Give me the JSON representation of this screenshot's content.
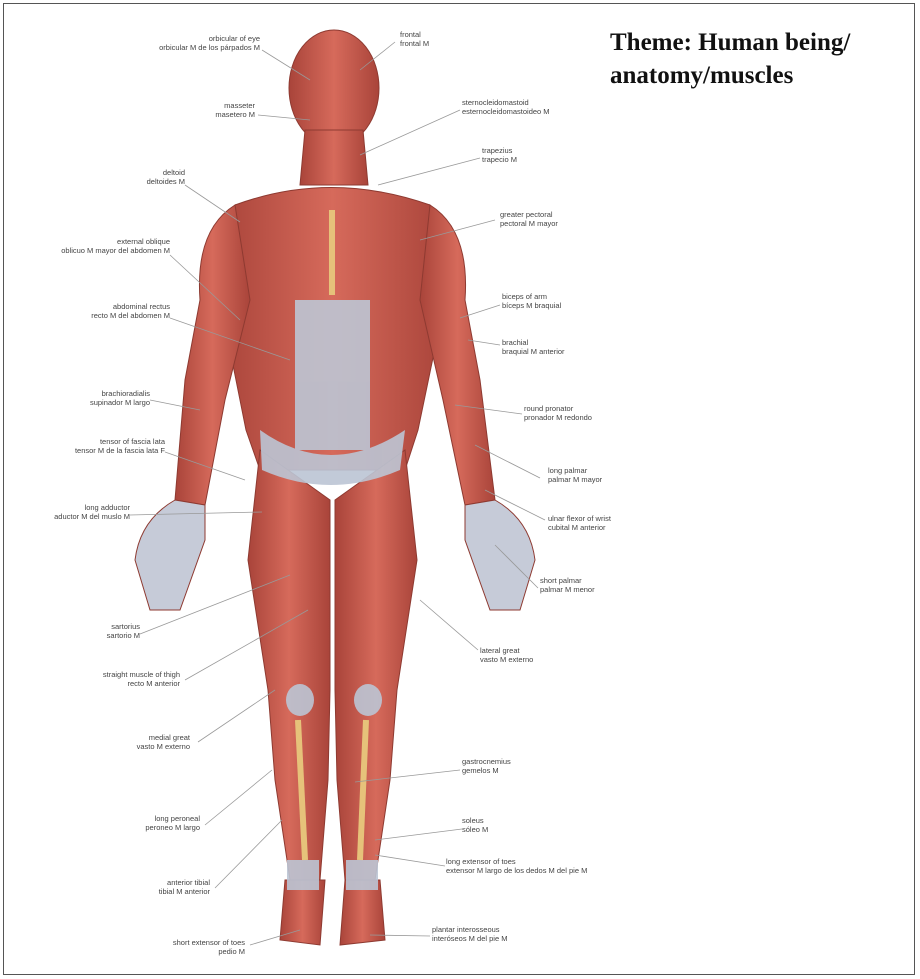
{
  "theme": {
    "line1": "Theme: Human being/",
    "line2": "anatomy/muscles"
  },
  "labels": {
    "orbicular": {
      "en": "orbicular of eye",
      "es": "orbicular M de los párpados M"
    },
    "frontal": {
      "en": "frontal",
      "es": "frontal M"
    },
    "masseter": {
      "en": "masseter",
      "es": "masetero M"
    },
    "sternocleido": {
      "en": "sternocleidomastoid",
      "es": "esternocleidomastoideo M"
    },
    "trapezius": {
      "en": "trapezius",
      "es": "trapecio M"
    },
    "deltoid": {
      "en": "deltoid",
      "es": "deltoides M"
    },
    "pectoral": {
      "en": "greater pectoral",
      "es": "pectoral M mayor"
    },
    "oblique": {
      "en": "external oblique",
      "es": "oblicuo M mayor del abdomen M"
    },
    "rectus": {
      "en": "abdominal rectus",
      "es": "recto M del abdomen M"
    },
    "biceps": {
      "en": "biceps of arm",
      "es": "bíceps M braquial"
    },
    "brachial": {
      "en": "brachial",
      "es": "braquial M anterior"
    },
    "brachioradialis": {
      "en": "brachioradialis",
      "es": "supinador M largo"
    },
    "pronator": {
      "en": "round pronator",
      "es": "pronador M redondo"
    },
    "tensor": {
      "en": "tensor of fascia lata",
      "es": "tensor M de la fascia lata F"
    },
    "longpalmar": {
      "en": "long palmar",
      "es": "palmar M mayor"
    },
    "adductor": {
      "en": "long adductor",
      "es": "aductor M del muslo M"
    },
    "ulnar": {
      "en": "ulnar flexor of wrist",
      "es": "cubital M anterior"
    },
    "shortpalmar": {
      "en": "short palmar",
      "es": "palmar M menor"
    },
    "sartorius": {
      "en": "sartorius",
      "es": "sartorio M"
    },
    "lateral": {
      "en": "lateral great",
      "es": "vasto M externo"
    },
    "straight": {
      "en": "straight muscle of thigh",
      "es": "recto M anterior"
    },
    "medial": {
      "en": "medial great",
      "es": "vasto M externo"
    },
    "gastro": {
      "en": "gastrocnemius",
      "es": "gemelos M"
    },
    "peroneal": {
      "en": "long peroneal",
      "es": "peroneo M largo"
    },
    "soleus": {
      "en": "soleus",
      "es": "sóleo M"
    },
    "extensortoes": {
      "en": "long extensor of toes",
      "es": "extensor M largo de los dedos M del pie M"
    },
    "tibial": {
      "en": "anterior tibial",
      "es": "tibial M anterior"
    },
    "shortext": {
      "en": "short extensor of toes",
      "es": "pedio M"
    },
    "plantar": {
      "en": "plantar interosseous",
      "es": "interóseos M del pie M"
    }
  },
  "colors": {
    "muscle": "#c8574a",
    "muscle_dark": "#a23f35",
    "tendon": "#b9c3d2",
    "yellow": "#e6c27a"
  }
}
